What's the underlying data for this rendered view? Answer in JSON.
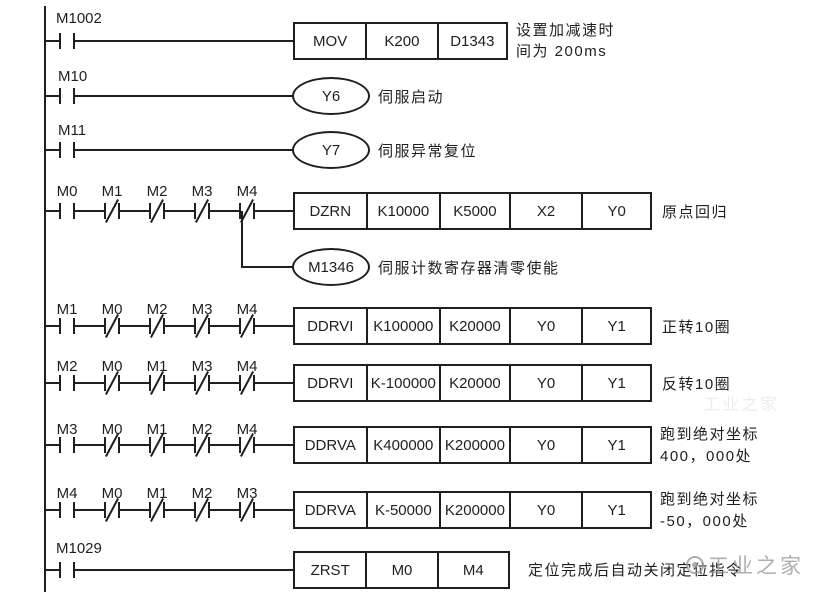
{
  "colors": {
    "line": "#1f1f1f",
    "watermark_gray": "#9a9a9a"
  },
  "watermark": {
    "text": "工业之家"
  },
  "rungs": [
    {
      "contacts": [
        {
          "label": "M1002",
          "type": "NO"
        }
      ],
      "box": {
        "cells": [
          "MOV",
          "K200",
          "D1343"
        ]
      },
      "comment": [
        "设置加减速时",
        "间为 200ms"
      ]
    },
    {
      "contacts": [
        {
          "label": "M10",
          "type": "NO"
        }
      ],
      "coil": {
        "label": "Y6"
      },
      "comment": [
        "伺服启动"
      ]
    },
    {
      "contacts": [
        {
          "label": "M11",
          "type": "NO"
        }
      ],
      "coil": {
        "label": "Y7"
      },
      "comment": [
        "伺服异常复位"
      ]
    },
    {
      "contacts": [
        {
          "label": "M0",
          "type": "NO"
        },
        {
          "label": "M1",
          "type": "NC"
        },
        {
          "label": "M2",
          "type": "NC"
        },
        {
          "label": "M3",
          "type": "NC"
        },
        {
          "label": "M4",
          "type": "NC"
        }
      ],
      "box": {
        "cells": [
          "DZRN",
          "K10000",
          "K5000",
          "X2",
          "Y0"
        ]
      },
      "comment": [
        "原点回归"
      ],
      "branch": {
        "coil": {
          "label": "M1346"
        },
        "comment": [
          "伺服计数寄存器清零使能"
        ]
      }
    },
    {
      "contacts": [
        {
          "label": "M1",
          "type": "NO"
        },
        {
          "label": "M0",
          "type": "NC"
        },
        {
          "label": "M2",
          "type": "NC"
        },
        {
          "label": "M3",
          "type": "NC"
        },
        {
          "label": "M4",
          "type": "NC"
        }
      ],
      "box": {
        "cells": [
          "DDRVI",
          "K100000",
          "K20000",
          "Y0",
          "Y1"
        ]
      },
      "comment": [
        "正转10圈"
      ]
    },
    {
      "contacts": [
        {
          "label": "M2",
          "type": "NO"
        },
        {
          "label": "M0",
          "type": "NC"
        },
        {
          "label": "M1",
          "type": "NC"
        },
        {
          "label": "M3",
          "type": "NC"
        },
        {
          "label": "M4",
          "type": "NC"
        }
      ],
      "box": {
        "cells": [
          "DDRVI",
          "K-100000",
          "K20000",
          "Y0",
          "Y1"
        ]
      },
      "comment": [
        "反转10圈"
      ]
    },
    {
      "contacts": [
        {
          "label": "M3",
          "type": "NO"
        },
        {
          "label": "M0",
          "type": "NC"
        },
        {
          "label": "M1",
          "type": "NC"
        },
        {
          "label": "M2",
          "type": "NC"
        },
        {
          "label": "M4",
          "type": "NC"
        }
      ],
      "box": {
        "cells": [
          "DDRVA",
          "K400000",
          "K200000",
          "Y0",
          "Y1"
        ]
      },
      "comment": [
        "跑到绝对坐标",
        "400，000处"
      ]
    },
    {
      "contacts": [
        {
          "label": "M4",
          "type": "NO"
        },
        {
          "label": "M0",
          "type": "NC"
        },
        {
          "label": "M1",
          "type": "NC"
        },
        {
          "label": "M2",
          "type": "NC"
        },
        {
          "label": "M3",
          "type": "NC"
        }
      ],
      "box": {
        "cells": [
          "DDRVA",
          "K-50000",
          "K200000",
          "Y0",
          "Y1"
        ]
      },
      "comment": [
        "跑到绝对坐标",
        "-50，000处"
      ]
    },
    {
      "contacts": [
        {
          "label": "M1029",
          "type": "NO"
        }
      ],
      "box": {
        "cells": [
          "ZRST",
          "M0",
          "M4"
        ]
      },
      "comment": [
        "定位完成后自动关闭定位指令"
      ]
    }
  ]
}
